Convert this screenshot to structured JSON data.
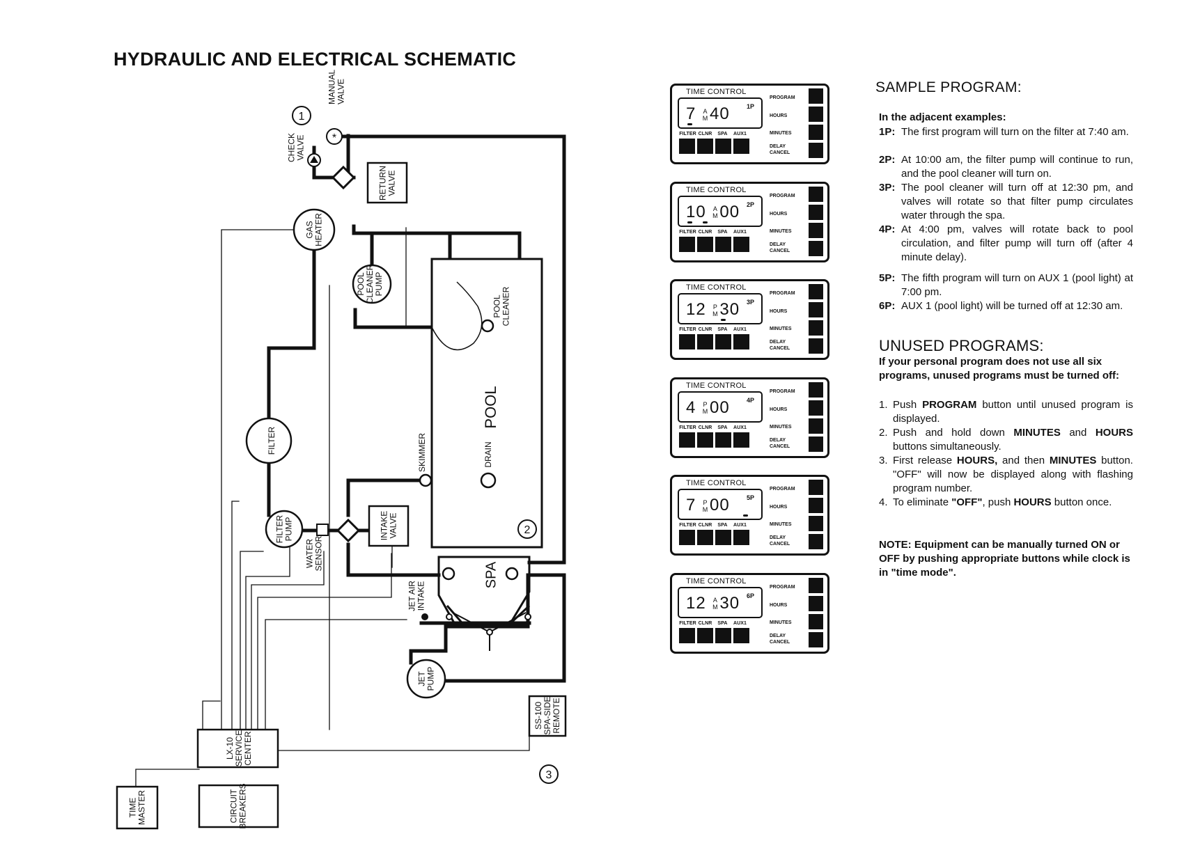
{
  "title": "HYDRAULIC AND ELECTRICAL SCHEMATIC",
  "schematic": {
    "callouts": [
      "1",
      "2",
      "3"
    ],
    "labels": {
      "manual_valve": [
        "MANUAL",
        "VALVE"
      ],
      "check_valve": [
        "CHECK",
        "VALVE"
      ],
      "return_valve": [
        "RETURN",
        "VALVE"
      ],
      "gas_heater": [
        "GAS",
        "HEATER"
      ],
      "pool_cleaner_pump": [
        "POOL",
        "CLEANER",
        "PUMP"
      ],
      "pool_cleaner": [
        "POOL",
        "CLEANER"
      ],
      "filter": "FILTER",
      "pool": "POOL",
      "skimmer": "SKIMMER",
      "drain": "DRAIN",
      "filter_pump": [
        "FILTER",
        "PUMP"
      ],
      "water_sensor": [
        "WATER",
        "SENSOR"
      ],
      "intake_valve": [
        "INTAKE",
        "VALVE"
      ],
      "spa": "SPA",
      "jet_air_intake": [
        "JET AIR",
        "INTAKE"
      ],
      "jet_pump": [
        "JET",
        "PUMP"
      ],
      "spa_side_remote": [
        "SS-100",
        "SPA-SIDE",
        "REMOTE"
      ],
      "service_center": [
        "LX-10",
        "SERVICE",
        "CENTER"
      ],
      "time_master": [
        "TIME",
        "MASTER"
      ],
      "circuit_breakers": [
        "CIRCUIT",
        "BREAKERS"
      ]
    }
  },
  "time_controls": [
    {
      "title": "TIME CONTROL",
      "hour": "7",
      "minute": "40",
      "program": "1P",
      "ampm": "A",
      "marks": [
        "filter"
      ]
    },
    {
      "title": "TIME CONTROL",
      "hour": "10",
      "minute": "00",
      "program": "2P",
      "ampm": "A",
      "marks": [
        "filter",
        "clnr"
      ]
    },
    {
      "title": "TIME CONTROL",
      "hour": "12",
      "minute": "30",
      "program": "3P",
      "ampm": "P",
      "marks": [
        "spa"
      ]
    },
    {
      "title": "TIME CONTROL",
      "hour": "4",
      "minute": "00",
      "program": "4P",
      "ampm": "P",
      "marks": []
    },
    {
      "title": "TIME CONTROL",
      "hour": "7",
      "minute": "00",
      "program": "5P",
      "ampm": "P",
      "marks": [
        "aux1"
      ]
    },
    {
      "title": "TIME CONTROL",
      "hour": "12",
      "minute": "30",
      "program": "6P",
      "ampm": "A",
      "marks": []
    }
  ],
  "panel_labels": {
    "buttons": [
      "FILTER",
      "CLNR",
      "SPA",
      "AUX1"
    ],
    "program": "PROGRAM",
    "hours": "HOURS",
    "minutes": "MINUTES",
    "delay": "DELAY",
    "cancel": "CANCEL",
    "meridiem": "M"
  },
  "sample_program": {
    "heading": "SAMPLE PROGRAM:",
    "intro": "In the adjacent examples:",
    "items": [
      {
        "num": "1P:",
        "text": "The first program will turn on the filter at 7:40 am."
      },
      {
        "num": "2P:",
        "text": "At 10:00 am, the filter pump will continue to run, and the pool cleaner will turn on."
      },
      {
        "num": "3P:",
        "text": "The pool cleaner will turn off at 12:30 pm, and valves will rotate so that filter pump circulates water through the spa."
      },
      {
        "num": "4P:",
        "text": "At 4:00 pm, valves will rotate back to pool circulation, and filter pump will turn off (after 4 minute delay)."
      },
      {
        "num": "5P:",
        "text": "The fifth program will turn on AUX 1 (pool light) at 7:00 pm."
      },
      {
        "num": "6P:",
        "text": "AUX 1 (pool light) will be turned off at 12:30 am."
      }
    ]
  },
  "unused_programs": {
    "heading": "UNUSED PROGRAMS:",
    "intro": "If your personal program does not use all six programs, unused programs must be turned off:",
    "steps": [
      {
        "num": "1.",
        "pre": "Push ",
        "bold": "PROGRAM",
        "post": " button until unused program is displayed."
      },
      {
        "num": "2.",
        "pre": "Push and hold down ",
        "bold": "MINUTES",
        "mid": " and ",
        "bold2": "HOURS",
        "post": " buttons simultaneously."
      },
      {
        "num": "3.",
        "pre": "First release ",
        "bold": "HOURS,",
        "mid": " and then ",
        "bold2": "MINUTES",
        "post": " button. \"OFF\" will now be displayed along with flashing program number."
      },
      {
        "num": "4.",
        "pre": "To eliminate ",
        "bold": "\"OFF\"",
        "mid": ", push ",
        "bold2": "HOURS",
        "post": " button once."
      }
    ],
    "note": "NOTE: Equipment can be manually turned ON or OFF by pushing appropriate buttons while clock is in \"time mode\"."
  }
}
